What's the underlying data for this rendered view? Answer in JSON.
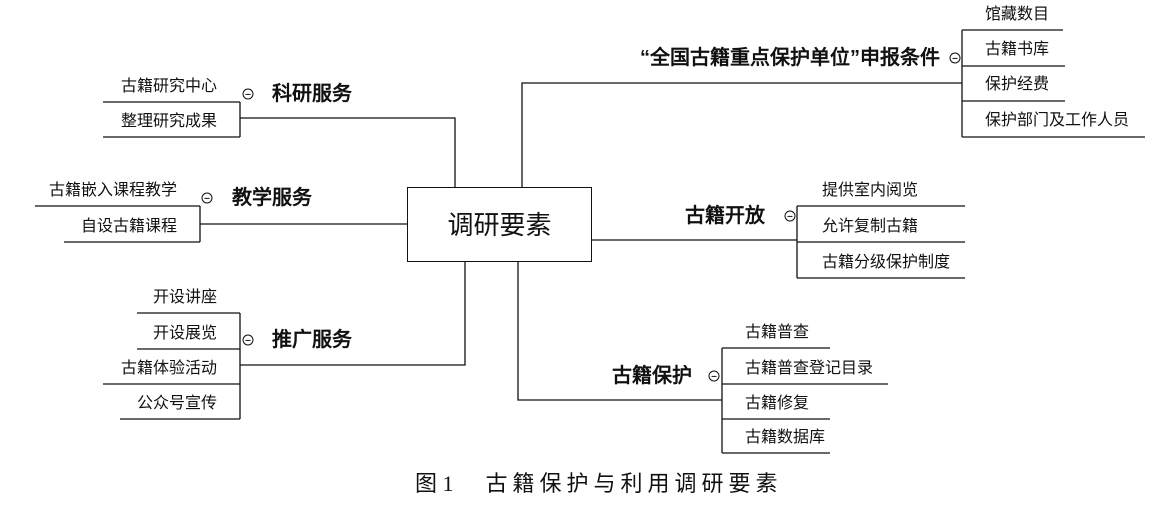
{
  "diagram": {
    "central": "调研要素",
    "branches": [
      {
        "label": "“全国古籍重点保护单位”申报条件",
        "items": [
          "馆藏数目",
          "古籍书库",
          "保护经费",
          "保护部门及工作人员"
        ]
      },
      {
        "label": "科研服务",
        "items": [
          "古籍研究中心",
          "整理研究成果"
        ]
      },
      {
        "label": "教学服务",
        "items": [
          "古籍嵌入课程教学",
          "自设古籍课程"
        ]
      },
      {
        "label": "推广服务",
        "items": [
          "开设讲座",
          "开设展览",
          "古籍体验活动",
          "公众号宣传"
        ]
      },
      {
        "label": "古籍开放",
        "items": [
          "提供室内阅览",
          "允许复制古籍",
          "古籍分级保护制度"
        ]
      },
      {
        "label": "古籍保护",
        "items": [
          "古籍普查",
          "古籍普查登记目录",
          "古籍修复",
          "古籍数据库"
        ]
      }
    ]
  },
  "caption": {
    "number": "图 1",
    "title": "古籍保护与利用调研要素"
  },
  "icons": {
    "branch_toggle": "circle-minus-icon"
  },
  "colors": {
    "line": "#111111",
    "text": "#111111",
    "background": "#ffffff"
  }
}
